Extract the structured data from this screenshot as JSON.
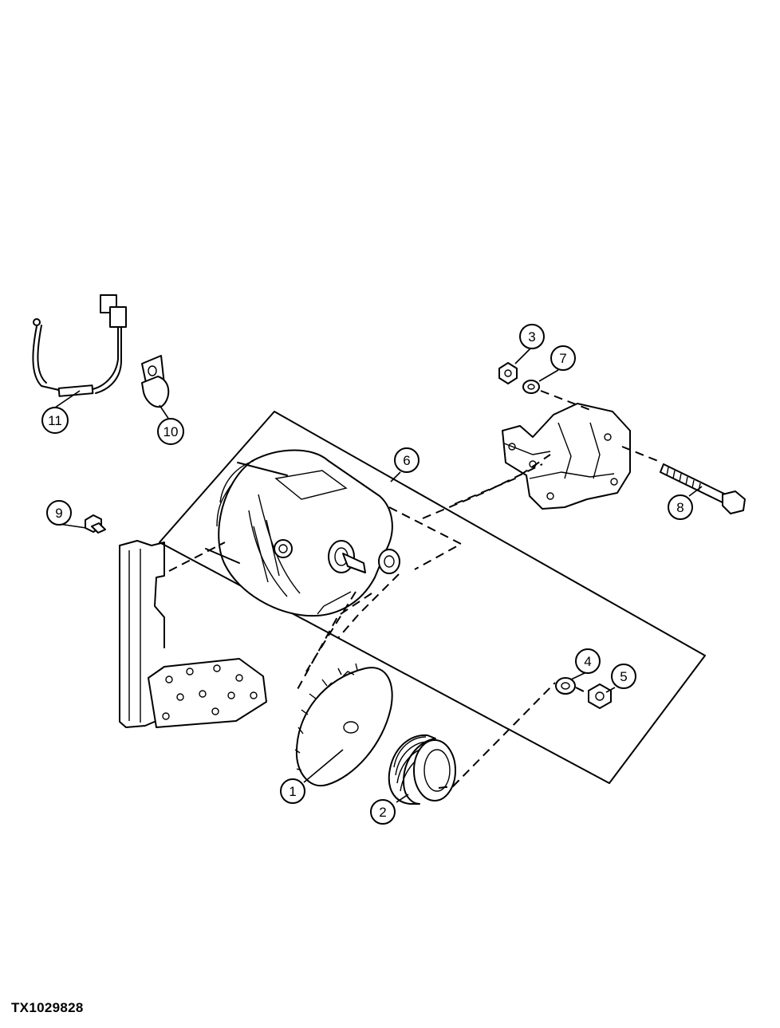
{
  "figure_id": "TX1029828",
  "callouts": {
    "c1": "1",
    "c2": "2",
    "c3": "3",
    "c4": "4",
    "c5": "5",
    "c6": "6",
    "c7": "7",
    "c8": "8",
    "c9": "9",
    "c10": "10",
    "c11": "11"
  },
  "colors": {
    "ink": "#000000",
    "paper": "#ffffff"
  }
}
